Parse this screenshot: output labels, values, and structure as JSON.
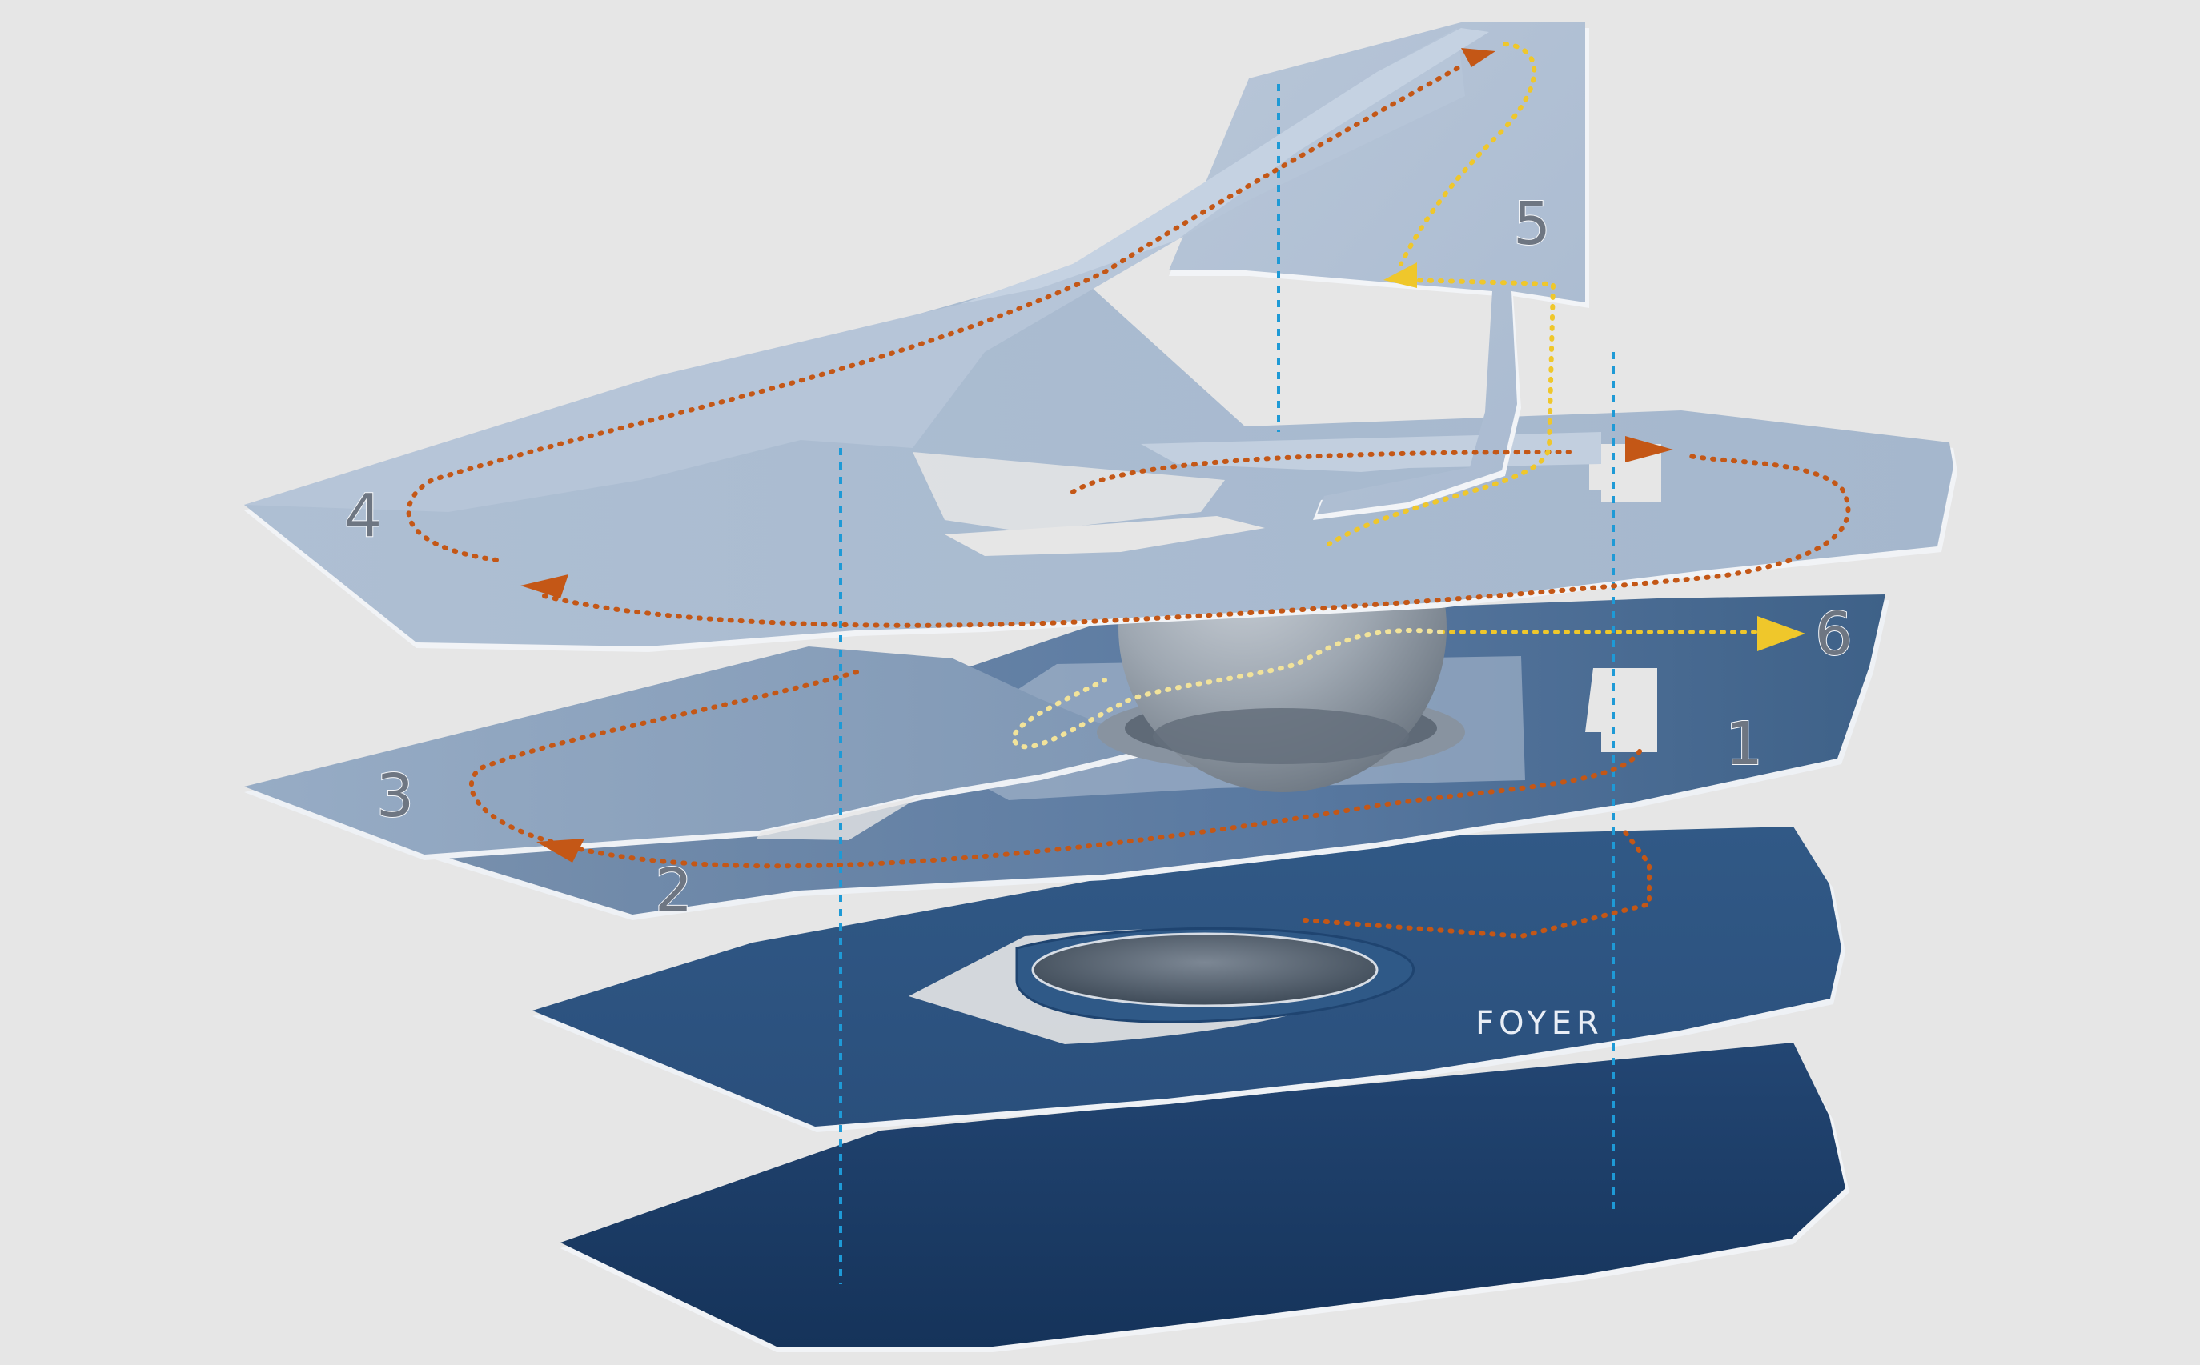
{
  "diagram": {
    "floor_labels": [
      "1",
      "2",
      "3",
      "4",
      "5",
      "6"
    ],
    "foyer_label": "FOYER",
    "colors": {
      "background": "#e6e6e6",
      "level_basement": "#1d3d66",
      "level_foyer": "#2a4f7c",
      "level_1_2": "#4b6d95",
      "level_3": "#7f97b4",
      "level_4": "#a8b9cf",
      "level_5": "#b5c3d6",
      "sphere": "#9aa3ad",
      "core_axis": "#1e9ad6",
      "route_orange": "#c45716",
      "route_yellow": "#efc72b"
    },
    "icons": {
      "arrowhead": "triangle-arrowhead",
      "vertical_axis": "dashed-vertical-line",
      "sphere": "shaded-sphere"
    }
  }
}
